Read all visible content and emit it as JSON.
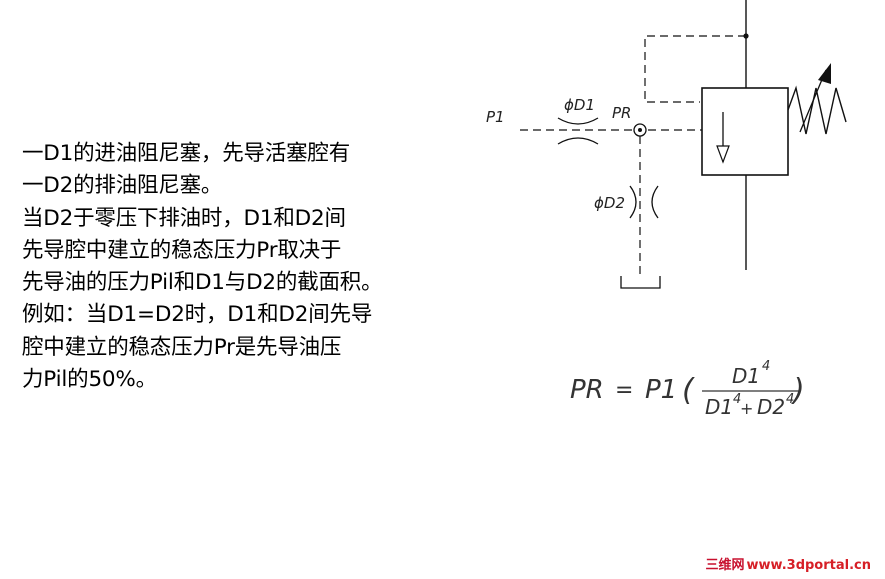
{
  "explanation": {
    "lines": [
      "一D1的进油阻尼塞，先导活塞腔有",
      "一D2的排油阻尼塞。",
      "当D2于零压下排油时，D1和D2间",
      "先导腔中建立的稳态压力Pr取决于",
      "先导油的压力Pil和D1与D2的截面积。",
      "例如：当D1=D2时，D1和D2间先导",
      "腔中建立的稳态压力Pr是先导油压",
      "力Pil的50%。"
    ]
  },
  "diagram": {
    "labels": {
      "p1": "P1",
      "d1": "ϕD1",
      "pr": "PR",
      "d2": "ϕD2"
    }
  },
  "formula": {
    "lhs": "PR",
    "equals": "=",
    "p1": "P1",
    "open_paren": "(",
    "close_paren": ")",
    "numerator": "D1",
    "numerator_exp": "4",
    "den_term1": "D1",
    "den_exp1": "4",
    "den_plus": "+",
    "den_term2": "D2",
    "den_exp2": "4"
  },
  "watermark": {
    "cn": "三维网",
    "url": "www.3dportal.cn"
  }
}
